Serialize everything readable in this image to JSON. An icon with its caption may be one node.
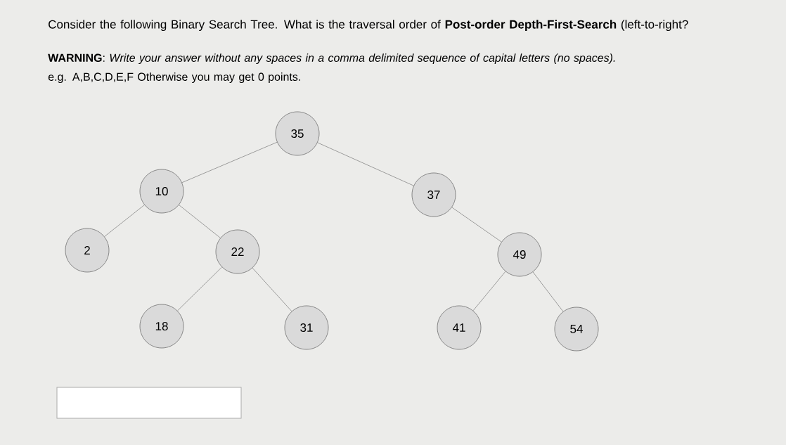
{
  "diagram": {
    "title": "Consider the following Binary Search Tree. What is the traversal order of **Post-order Depth-First-Search** (left-to-right?",
    "nodes": [
      {
        "text": [
          "35"
        ]
      },
      {
        "text": [
          "10"
        ]
      },
      {
        "text": [
          "37"
        ]
      },
      {
        "text": [
          "2"
        ]
      },
      {
        "text": [
          "22"
        ]
      },
      {
        "text": [
          "49"
        ]
      },
      {
        "text": [
          "18"
        ]
      },
      {
        "text": [
          "31"
        ]
      },
      {
        "text": [
          "41"
        ]
      },
      {
        "text": [
          "54"
        ]
      }
    ],
    "edges": [
      {
        "from": 0,
        "to": 1,
        "arrow": "none"
      },
      {
        "from": 0,
        "to": 2,
        "arrow": "none"
      },
      {
        "from": 1,
        "to": 3,
        "arrow": "none"
      },
      {
        "from": 1,
        "to": 4,
        "arrow": "none"
      },
      {
        "from": 2,
        "to": 5,
        "arrow": "none"
      },
      {
        "from": 4,
        "to": 6,
        "arrow": "none"
      },
      {
        "from": 4,
        "to": 7,
        "arrow": "none"
      },
      {
        "from": 5,
        "to": 8,
        "arrow": "none"
      },
      {
        "from": 5,
        "to": 9,
        "arrow": "none"
      }
    ],
    "labels": [
      "**WARNING**: *Write your answer without any spaces in a comma delimited sequence of capital letters (no spaces).*",
      "e.g. A,B,C,D,E,F Otherwise you may get 0 points."
    ]
  }
}
